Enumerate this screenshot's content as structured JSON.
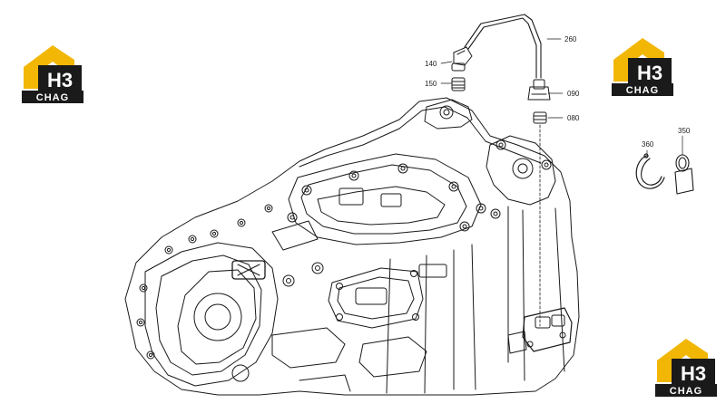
{
  "brand": {
    "logo_mark": "H3",
    "logo_word": "CHAG",
    "colors": {
      "accent": "#f2b705",
      "dark": "#1a1a1a",
      "light": "#ffffff"
    }
  },
  "callouts": {
    "c260": "260",
    "c140": "140",
    "c150": "150",
    "c090": "090",
    "c080": "080",
    "c360": "360",
    "c350": "350"
  }
}
